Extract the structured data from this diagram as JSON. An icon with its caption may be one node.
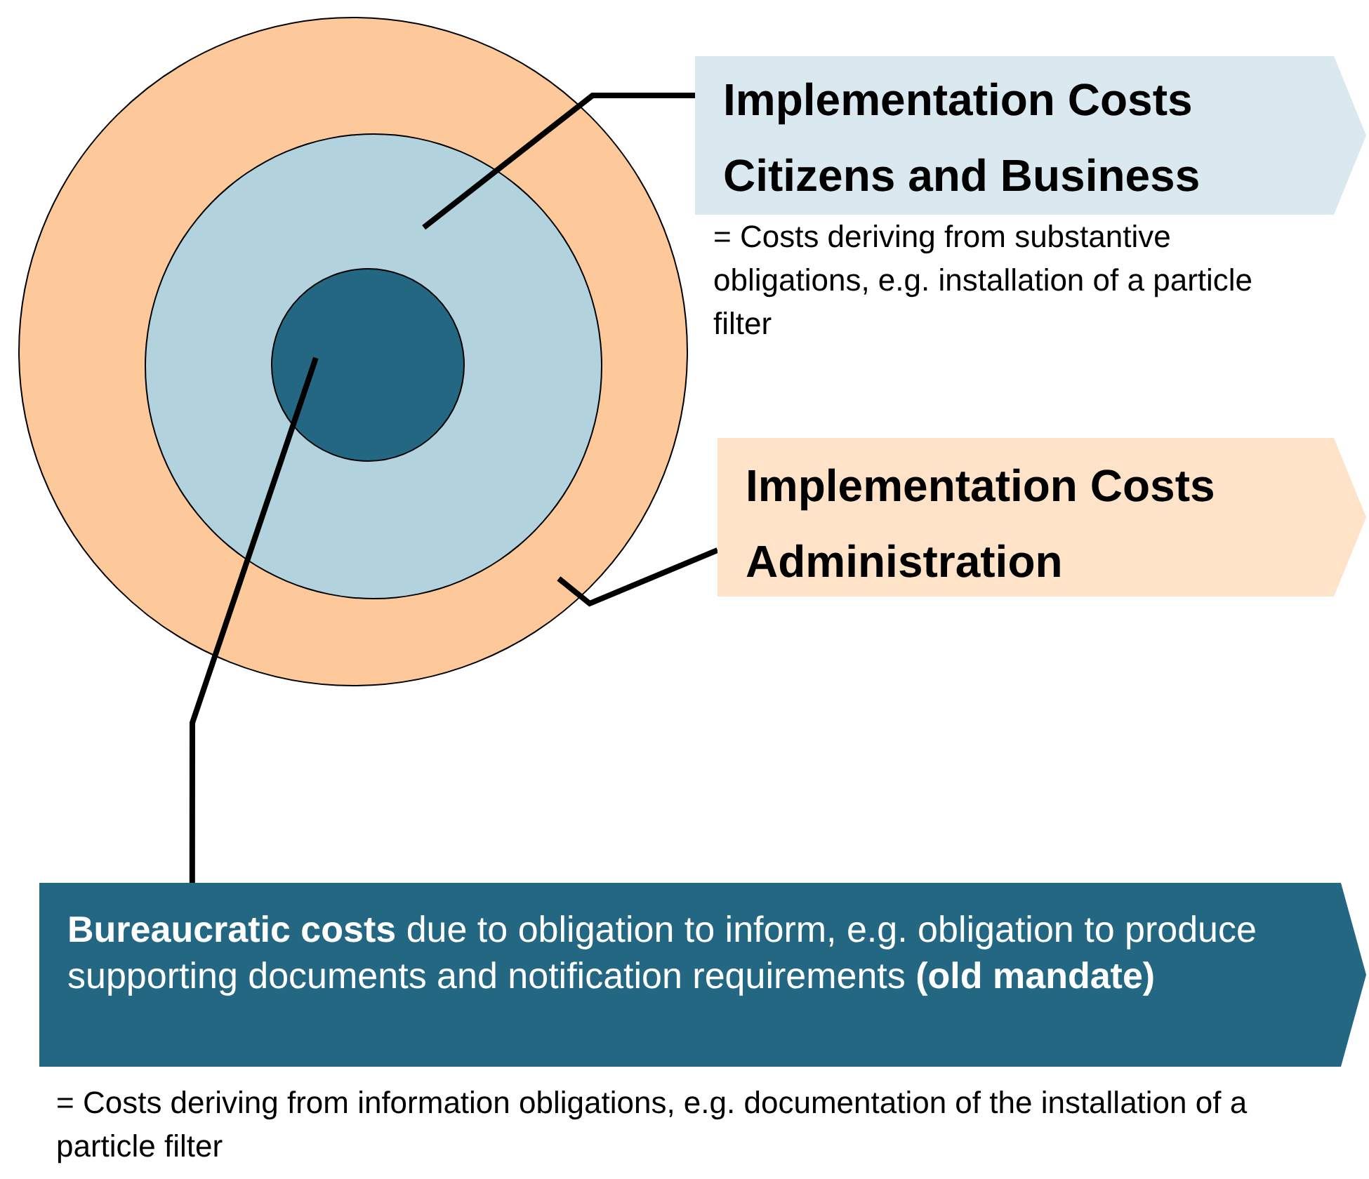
{
  "diagram": {
    "nodes": [
      {
        "text": [],
        "shape": "circle"
      },
      {
        "text": [],
        "shape": "circle",
        "in": 0
      },
      {
        "text": [],
        "shape": "circle",
        "in": 1
      },
      {
        "text": [
          "Implementation Costs Citizens and Business"
        ],
        "beside": [
          "= Costs deriving from substantive obligations, e.g. installation of a particle filter"
        ]
      },
      {
        "text": [
          "Implementation Costs Administration"
        ]
      },
      {
        "text": [
          "**Bureaucratic costs** due to obligation to inform, e.g. obligation to produce supporting documents and notification requirements **(old mandate)**"
        ],
        "beside": [
          "= Costs deriving from information obligations, e.g. documentation of the installation of a particle filter"
        ]
      }
    ],
    "edges": [
      {
        "from": 3,
        "to": 1,
        "arrow": "none"
      },
      {
        "from": 4,
        "to": 0,
        "arrow": "none"
      },
      {
        "from": 5,
        "to": 2,
        "arrow": "none"
      }
    ]
  }
}
